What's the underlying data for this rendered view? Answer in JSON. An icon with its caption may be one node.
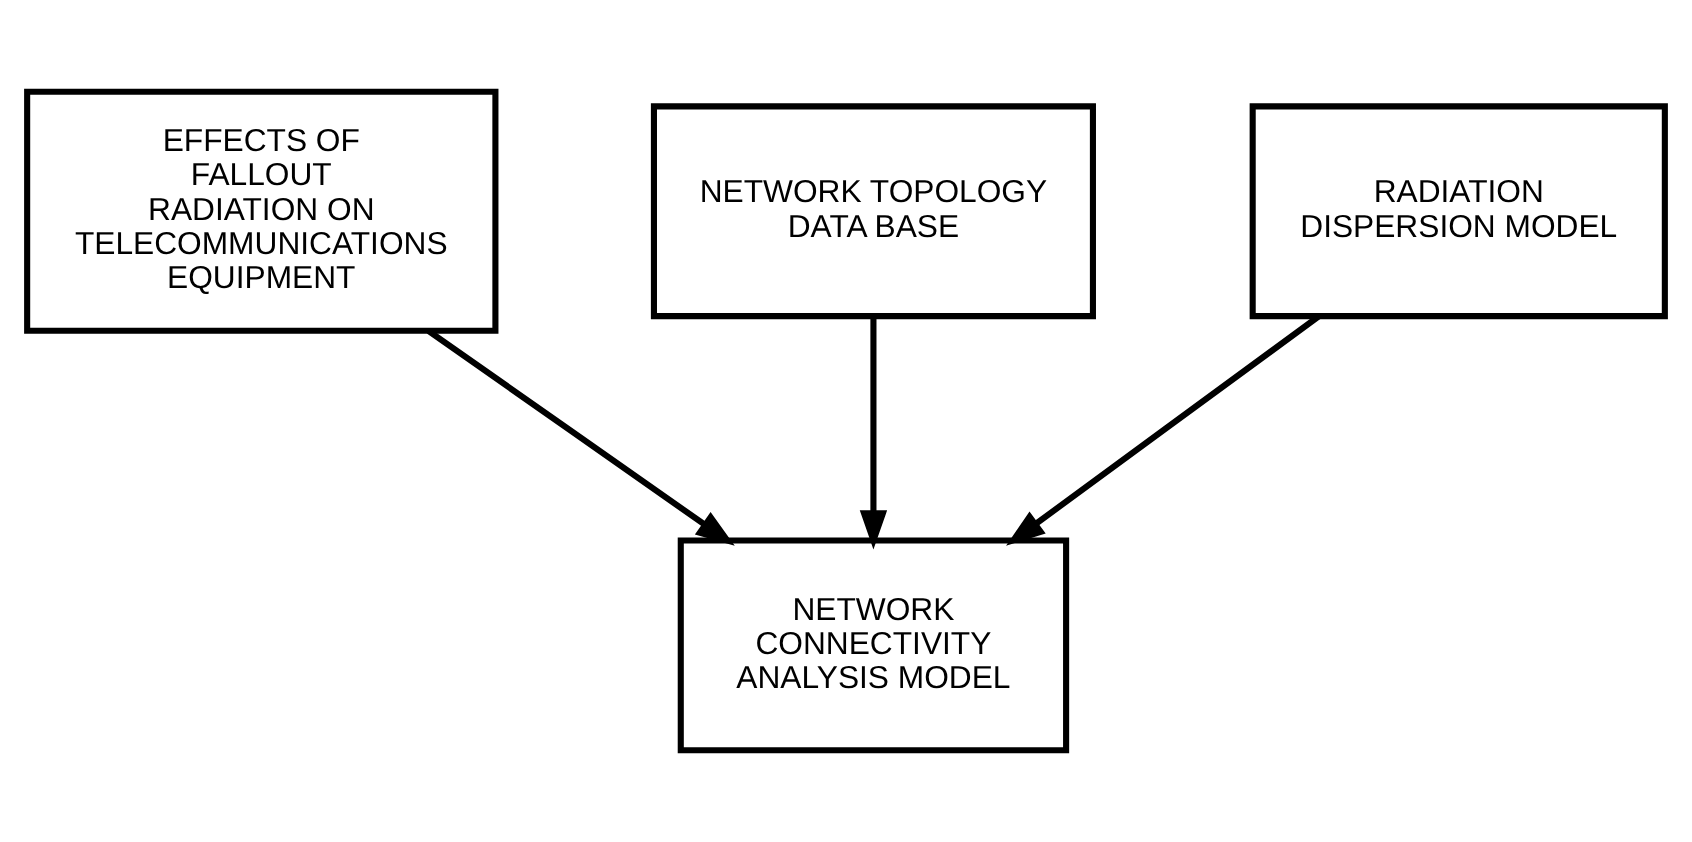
{
  "diagram": {
    "nodes": [
      {
        "text": [
          "EFFECTS OF FALLOUT RADIATION ON TELECOMMUNICATIONS EQUIPMENT"
        ]
      },
      {
        "text": [
          "NETWORK TOPOLOGY DATA BASE"
        ]
      },
      {
        "text": [
          "RADIATION DISPERSION MODEL"
        ]
      },
      {
        "text": [
          "NETWORK CONNECTIVITY ANALYSIS MODEL"
        ]
      }
    ],
    "edges": [
      {
        "from": 0,
        "to": 3,
        "arrow": "to"
      },
      {
        "from": 1,
        "to": 3,
        "arrow": "to"
      },
      {
        "from": 2,
        "to": 3,
        "arrow": "to"
      }
    ]
  }
}
